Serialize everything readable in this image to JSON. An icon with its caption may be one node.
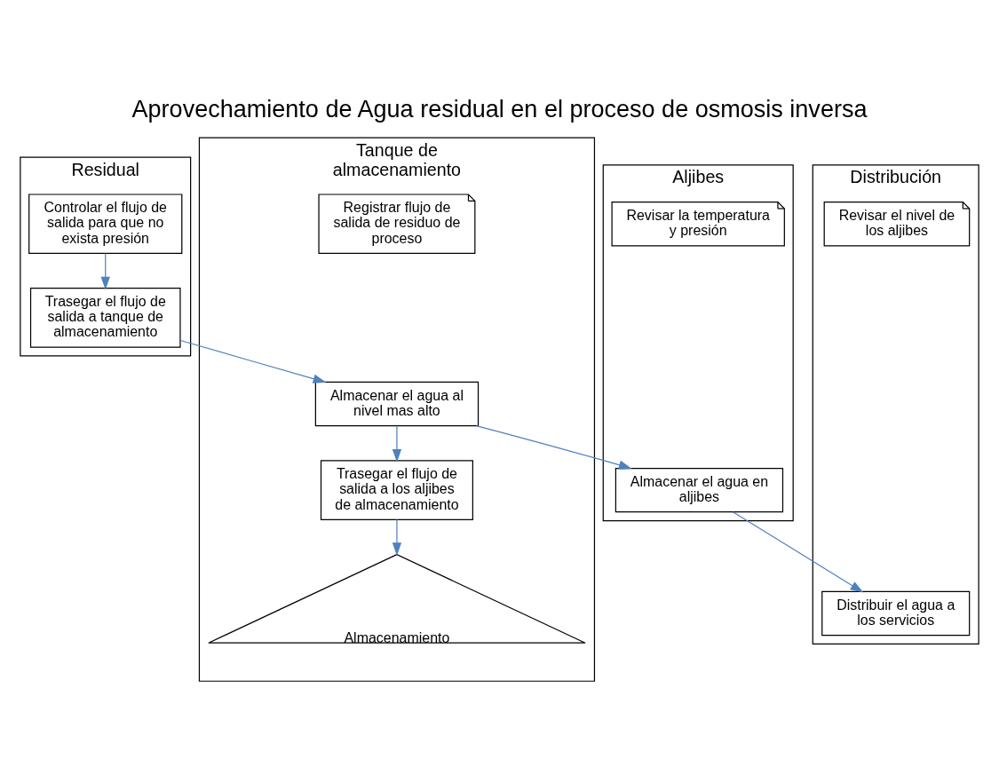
{
  "diagram": {
    "title": "Aprovechamiento de Agua residual en el proceso de osmosis inversa",
    "nodes": [
      {
        "text": [
          "Residual"
        ]
      },
      {
        "text": [
          "Tanque de almacenamiento"
        ]
      },
      {
        "text": [
          "Aljibes"
        ]
      },
      {
        "text": [
          "Distribución"
        ]
      },
      {
        "text": [
          "Controlar el flujo de salida para que no exista presión"
        ],
        "in": 0
      },
      {
        "text": [
          "Trasegar el flujo de salida a tanque de almacenamiento"
        ],
        "in": 0
      },
      {
        "text": [
          "Registrar flujo de salida de residuo de proceso"
        ],
        "in": 1
      },
      {
        "text": [
          "Almacenar el agua al nivel mas alto"
        ],
        "in": 1
      },
      {
        "text": [
          "Trasegar el flujo de salida a los aljibes de almacenamiento"
        ],
        "in": 1
      },
      {
        "text": [
          "Almacenamiento"
        ],
        "in": 1
      },
      {
        "text": [
          "Revisar la temperatura y presión"
        ],
        "in": 2
      },
      {
        "text": [
          "Almacenar el agua en aljibes"
        ],
        "in": 2
      },
      {
        "text": [
          "Revisar el nivel de los aljibes"
        ],
        "in": 3
      },
      {
        "text": [
          "Distribuir el agua a los servicios"
        ],
        "in": 3
      }
    ],
    "edges": [
      {
        "from": 4,
        "to": 5,
        "arrow": "to"
      },
      {
        "from": 5,
        "to": 7,
        "arrow": "to"
      },
      {
        "from": 7,
        "to": 8,
        "arrow": "to"
      },
      {
        "from": 8,
        "to": 9,
        "arrow": "to"
      },
      {
        "from": 7,
        "to": 11,
        "arrow": "to"
      },
      {
        "from": 11,
        "to": 13,
        "arrow": "to"
      }
    ]
  }
}
